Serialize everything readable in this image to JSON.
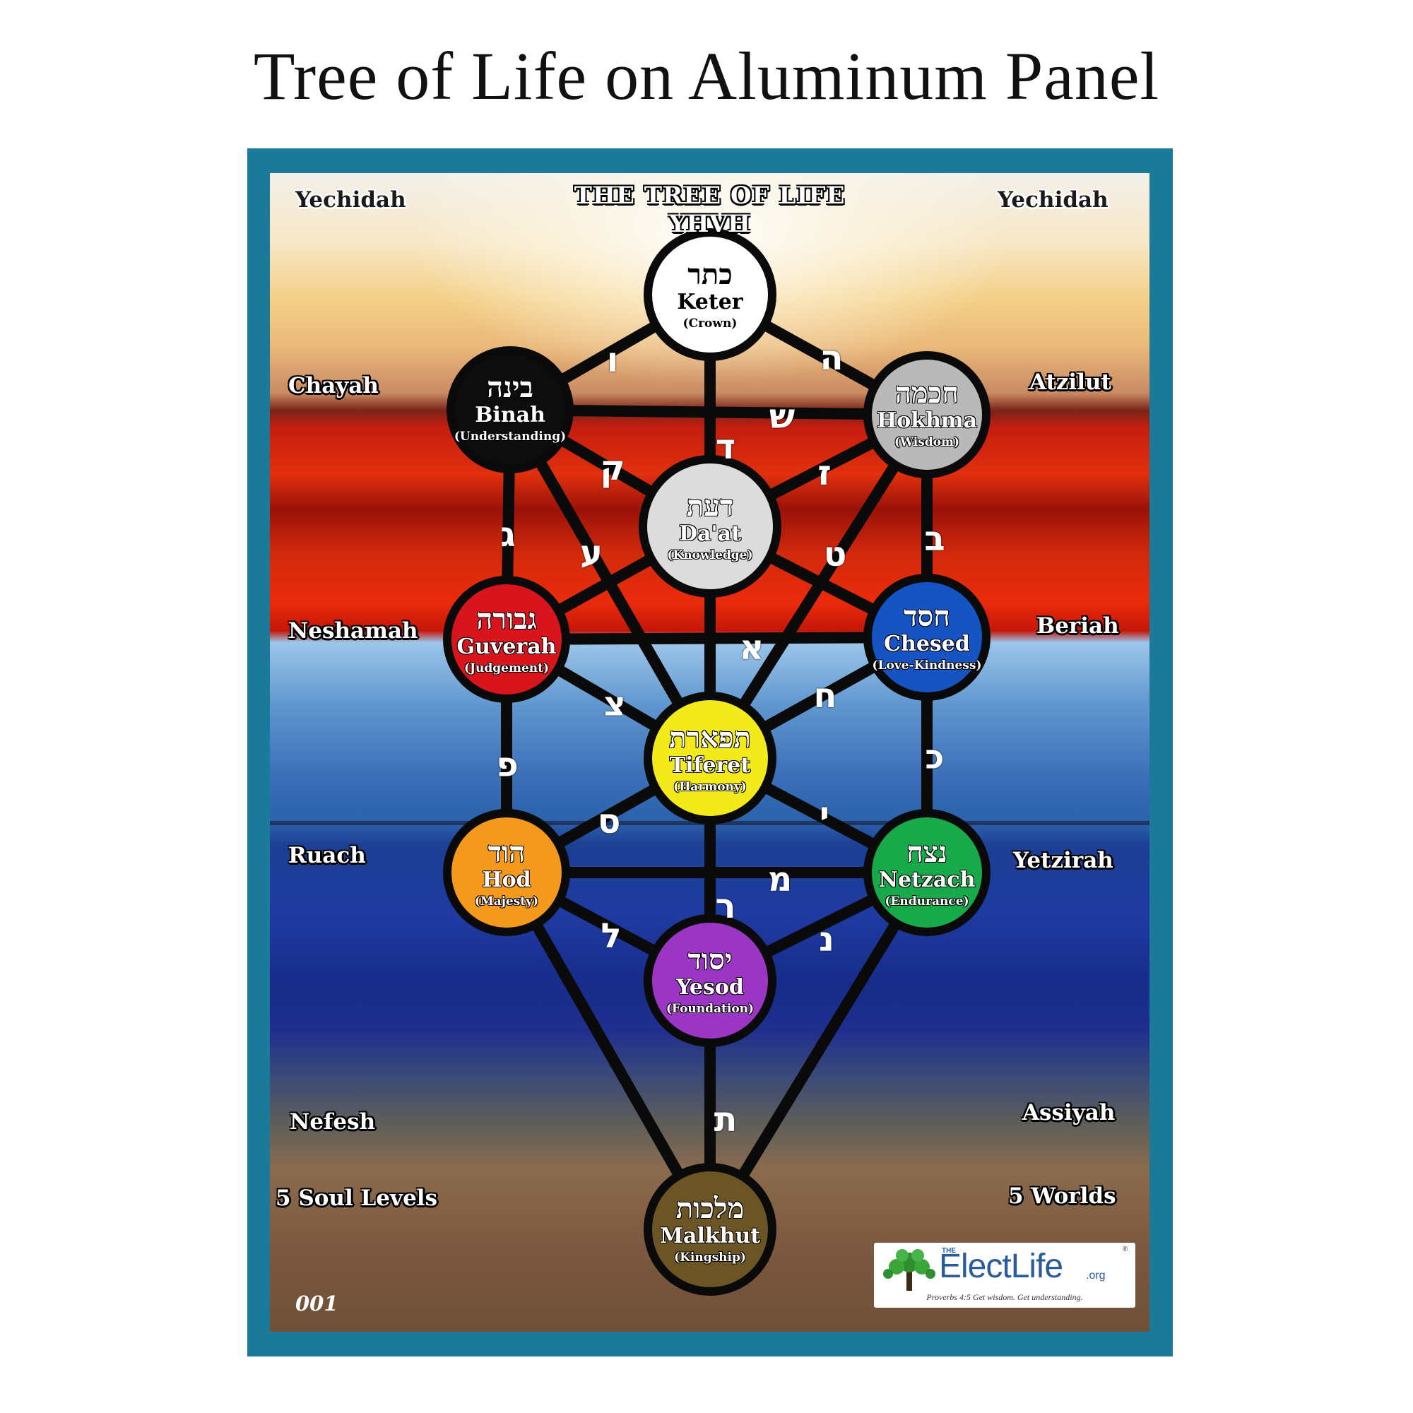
{
  "page_title": "Tree of Life on Aluminum Panel",
  "poster": {
    "title": "THE TREE OF LIFE",
    "subtitle": "YHVH",
    "number": "001",
    "left_labels": {
      "yechidah": "Yechidah",
      "chayah": "Chayah",
      "neshamah": "Neshamah",
      "ruach": "Ruach",
      "nefesh": "Nefesh",
      "soul_levels": "5 Soul Levels"
    },
    "right_labels": {
      "yechidah": "Yechidah",
      "atzilut": "Atzilut",
      "beriah": "Beriah",
      "yetzirah": "Yetzirah",
      "assiyah": "Assiyah",
      "worlds": "5 Worlds"
    },
    "sefirot": {
      "keter": {
        "hebrew": "כתר",
        "name": "Keter",
        "translation": "(Crown)",
        "color": "#ffffff",
        "text_color": "#000000"
      },
      "binah": {
        "hebrew": "בינה",
        "name": "Binah",
        "translation": "(Understanding)",
        "color": "#0d0d0d",
        "text_color": "#ffffff"
      },
      "hokhma": {
        "hebrew": "חכמה",
        "name": "Hokhma",
        "translation": "(Wisdom)",
        "color": "#b9b9b9",
        "text_color": "#ffffff"
      },
      "daat": {
        "hebrew": "דעת",
        "name": "Da'at",
        "translation": "(Knowledge)",
        "color": "#dcdcdc",
        "text_color": "#ffffff"
      },
      "guverah": {
        "hebrew": "גבורה",
        "name": "Guverah",
        "translation": "(Judgement)",
        "color": "#d8151d",
        "text_color": "#ffffff"
      },
      "chesed": {
        "hebrew": "חסד",
        "name": "Chesed",
        "translation": "(Love-Kindness)",
        "color": "#1654c4",
        "text_color": "#ffffff"
      },
      "tiferet": {
        "hebrew": "תפארת",
        "name": "Tiferet",
        "translation": "(Harmony)",
        "color": "#f3ea1c",
        "text_color": "#ffffff"
      },
      "hod": {
        "hebrew": "הוד",
        "name": "Hod",
        "translation": "(Majesty)",
        "color": "#f5991c",
        "text_color": "#ffffff"
      },
      "netzach": {
        "hebrew": "נצח",
        "name": "Netzach",
        "translation": "(Endurance)",
        "color": "#18a94b",
        "text_color": "#ffffff"
      },
      "yesod": {
        "hebrew": "יסוד",
        "name": "Yesod",
        "translation": "(Foundation)",
        "color": "#9a35c4",
        "text_color": "#ffffff"
      },
      "malkhut": {
        "hebrew": "מלכות",
        "name": "Malkhut",
        "translation": "(Kingship)",
        "color": "#6b5525",
        "text_color": "#ffffff"
      }
    },
    "path_letters": {
      "vav": "ו",
      "he": "ה",
      "shin": "ש",
      "dalet": "ד",
      "qof": "ק",
      "zayin": "ז",
      "gimel": "ג",
      "ayin": "ע",
      "tet": "ט",
      "bet": "ב",
      "alef": "א",
      "tsadi": "צ",
      "chet": "ח",
      "pe": "פ",
      "kaf": "כ",
      "samekh": "ס",
      "yod": "י",
      "mem": "מ",
      "resh": "ר",
      "lamed": "ל",
      "nun": "נ",
      "tav": "ת"
    }
  },
  "logo": {
    "the": "THE",
    "brand": "ElectLife",
    "tld": ".org",
    "registered": "®",
    "tagline": "Proverbs 4:5 Get wisdom. Get understanding."
  }
}
